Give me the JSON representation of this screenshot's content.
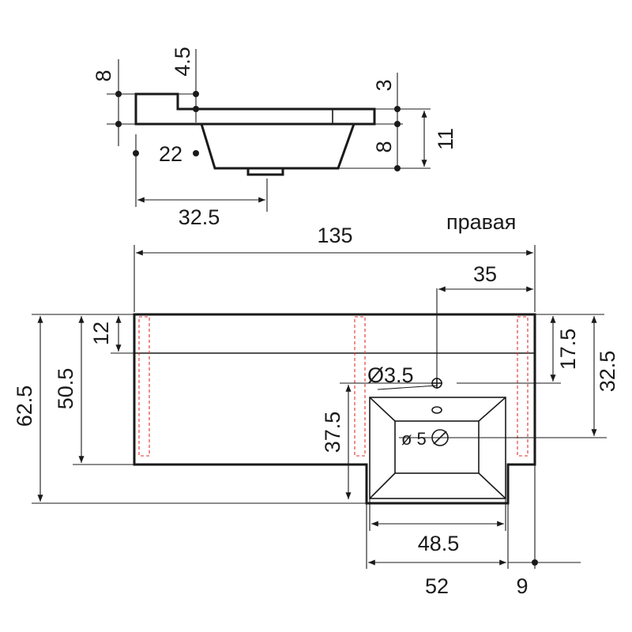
{
  "variant_label": "правая",
  "side_view": {
    "dims": {
      "d8_top": "8",
      "d4_5": "4.5",
      "d22": "22",
      "d32_5": "32.5",
      "d3": "3",
      "d8_right": "8",
      "d11": "11"
    }
  },
  "plan_view": {
    "dims": {
      "d135": "135",
      "d35": "35",
      "d12": "12",
      "d17_5": "17.5",
      "d32_5": "32.5",
      "d62_5": "62.5",
      "d50_5": "50.5",
      "d37_5": "37.5",
      "hole_small": "Ø3.5",
      "hole_drain": "ø 5",
      "d48_5": "48.5",
      "d52": "52",
      "d9": "9"
    }
  },
  "colors": {
    "line": "#1a1a1a",
    "hidden": "#e0322f"
  }
}
